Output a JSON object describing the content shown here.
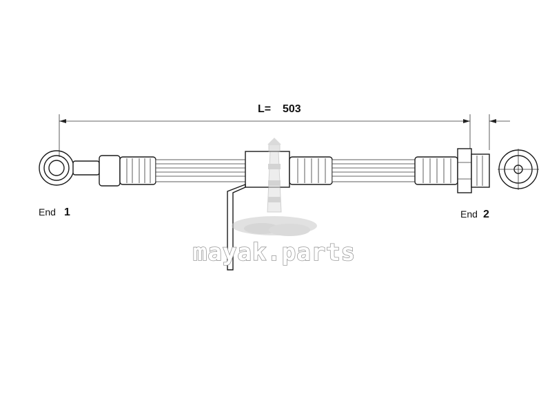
{
  "dimension": {
    "label": "L=",
    "value": "503"
  },
  "ends": {
    "end1_word": "End",
    "end1_num": "1",
    "end2_word": "End",
    "end2_num": "2"
  },
  "watermark": {
    "text": "mayak.parts",
    "icon": "lighthouse-icon"
  }
}
